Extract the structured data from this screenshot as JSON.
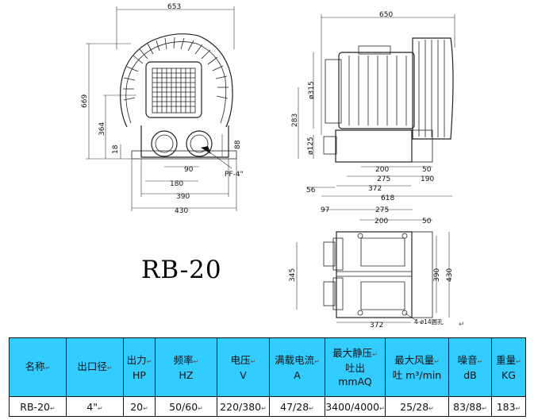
{
  "drawing": {
    "model_label": "RB-20",
    "dims_front": {
      "width": "653",
      "height": "669",
      "d364": "364",
      "d18": "18",
      "d90": "90",
      "d88": "88",
      "d180": "180",
      "d390": "390",
      "d430": "430",
      "pf": "PF-4\""
    },
    "dims_side": {
      "width": "650",
      "phi315": "ø315",
      "d283": "283",
      "phi125": "ø125",
      "d200": "200",
      "d50": "50",
      "d275": "275",
      "d190": "190",
      "d372": "372",
      "d56": "56",
      "d618": "618"
    },
    "dims_bottom": {
      "d97": "97",
      "d275": "275",
      "d200": "200",
      "d50": "50",
      "d345": "345",
      "d390": "390",
      "d430": "430",
      "d372": "372",
      "holes": "4-ø14圓孔"
    }
  },
  "table": {
    "headers": [
      {
        "main": "名称",
        "sub": ""
      },
      {
        "main": "出口径",
        "sub": ""
      },
      {
        "main": "出力",
        "sub": "HP"
      },
      {
        "main": "频率",
        "sub": "HZ"
      },
      {
        "main": "电压",
        "sub": "V"
      },
      {
        "main": "满载电流",
        "sub": "A"
      },
      {
        "main": "最大静压",
        "sub": "吐出",
        "sub2": "mmAQ"
      },
      {
        "main": "最大风量",
        "sub": "吐 m³/min"
      },
      {
        "main": "噪音",
        "sub": "dB"
      },
      {
        "main": "重量",
        "sub": "KG"
      }
    ],
    "row": [
      "RB-20",
      "4\"",
      "20",
      "50/60",
      "220/380",
      "47/28",
      "3400/4000",
      "25/28",
      "83/88",
      "183"
    ]
  }
}
